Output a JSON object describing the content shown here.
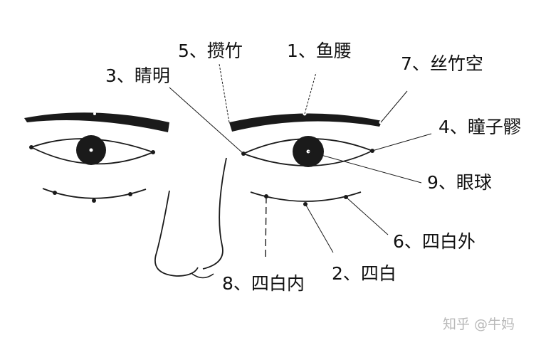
{
  "labels": {
    "yuyao": "1、鱼腰",
    "sibai": "2、四白",
    "jingming": "3、睛明",
    "tongziliao": "4、瞳子髎",
    "cuanzhu": "5、攒竹",
    "sibaiwai": "6、四白外",
    "sizhukong": "7、丝竹空",
    "sibainei": "8、四白内",
    "yanqiu": "9、眼球"
  },
  "watermark": "知乎 @牛妈",
  "colors": {
    "ink": "#1a1a1a",
    "background": "#ffffff",
    "watermark": "#b9b9b9"
  }
}
